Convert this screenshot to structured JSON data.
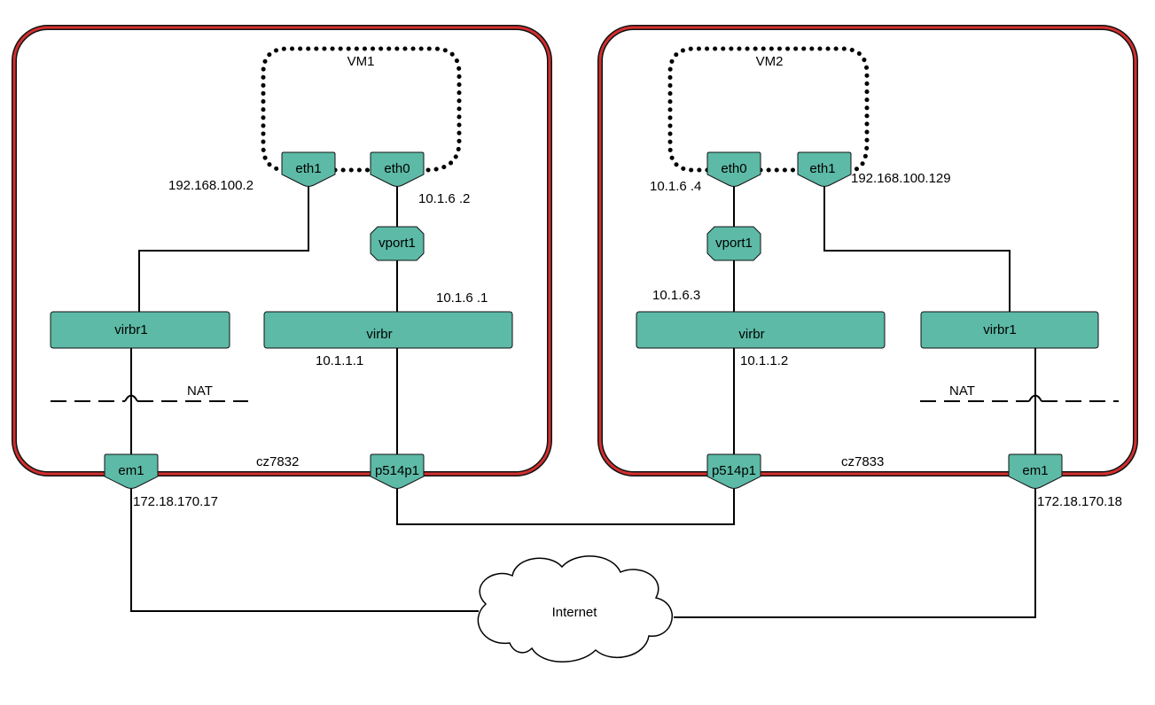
{
  "hosts": {
    "left": {
      "hostname": "cz7832",
      "vm": {
        "name": "VM1",
        "eth1": {
          "label": "eth1",
          "ip": "192.168.100.2"
        },
        "eth0": {
          "label": "eth0",
          "ip": "10.1.6 .2"
        }
      },
      "vport": {
        "label": "vport1"
      },
      "virbr1": {
        "label": "virbr1"
      },
      "virbr": {
        "label": "virbr",
        "ip_top": "10.1.6 .1",
        "ip_bottom": "10.1.1.1"
      },
      "nat": "NAT",
      "em1": {
        "label": "em1",
        "ip": "172.18.170.17"
      },
      "p514p1": {
        "label": "p514p1"
      }
    },
    "right": {
      "hostname": "cz7833",
      "vm": {
        "name": "VM2",
        "eth0": {
          "label": "eth0",
          "ip": "10.1.6 .4"
        },
        "eth1": {
          "label": "eth1",
          "ip": "192.168.100.129"
        }
      },
      "vport": {
        "label": "vport1"
      },
      "virbr": {
        "label": "virbr",
        "ip_top": "10.1.6.3",
        "ip_bottom": "10.1.1.2"
      },
      "virbr1": {
        "label": "virbr1"
      },
      "nat": "NAT",
      "p514p1": {
        "label": "p514p1"
      },
      "em1": {
        "label": "em1",
        "ip": "172.18.170.18"
      }
    }
  },
  "internet": "Internet",
  "colors": {
    "host_border": "#d32f2f",
    "node_fill": "#5cbaa6"
  }
}
